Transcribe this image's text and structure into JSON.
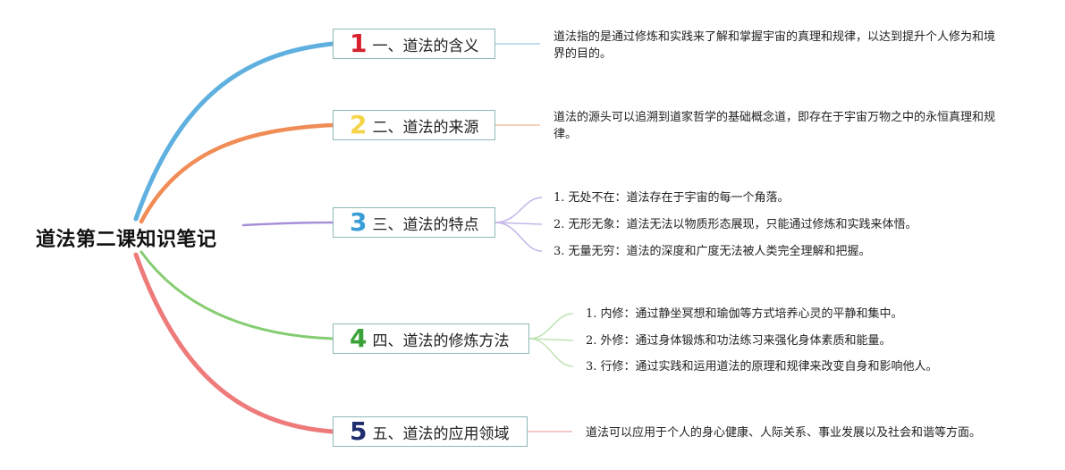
{
  "root": {
    "title": "道法第二课知识笔记"
  },
  "colors": {
    "branch1": "#5fb0df",
    "branch2": "#f08c56",
    "branch3": "#a68ed8",
    "branch4": "#86cc72",
    "branch5": "#ee7a7a",
    "num1": "#d6202e",
    "num2": "#f5d44a",
    "num3": "#3a9ed6",
    "num4": "#3ba23a",
    "num5": "#1f2d6e",
    "box_border": "#8fb7b9"
  },
  "topics": [
    {
      "number": "1",
      "label": "一、道法的含义",
      "details": [
        {
          "marker": "",
          "text": "道法指的是通过修炼和实践来了解和掌握宇宙的真理和规律，以达到提升个人修为和境界的目的。"
        }
      ]
    },
    {
      "number": "2",
      "label": "二、道法的来源",
      "details": [
        {
          "marker": "",
          "text": "道法的源头可以追溯到道家哲学的基础概念道，即存在于宇宙万物之中的永恒真理和规律。"
        }
      ]
    },
    {
      "number": "3",
      "label": "三、道法的特点",
      "details": [
        {
          "marker": "1.",
          "text": "无处不在：道法存在于宇宙的每一个角落。"
        },
        {
          "marker": "2.",
          "text": "无形无象：道法无法以物质形态展现，只能通过修炼和实践来体悟。"
        },
        {
          "marker": "3.",
          "text": "无量无穷：道法的深度和广度无法被人类完全理解和把握。"
        }
      ]
    },
    {
      "number": "4",
      "label": "四、道法的修炼方法",
      "details": [
        {
          "marker": "1.",
          "text": "内修：通过静坐冥想和瑜伽等方式培养心灵的平静和集中。"
        },
        {
          "marker": "2.",
          "text": "外修：通过身体锻炼和功法练习来强化身体素质和能量。"
        },
        {
          "marker": "3.",
          "text": "行修：通过实践和运用道法的原理和规律来改变自身和影响他人。"
        }
      ]
    },
    {
      "number": "5",
      "label": "五、道法的应用领域",
      "details": [
        {
          "marker": "",
          "text": "道法可以应用于个人的身心健康、人际关系、事业发展以及社会和谐等方面。"
        }
      ]
    }
  ]
}
